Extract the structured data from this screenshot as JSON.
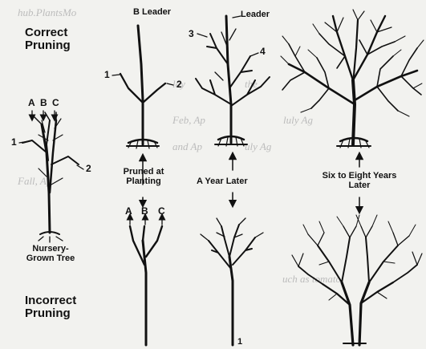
{
  "heading_correct": "Correct Pruning",
  "heading_incorrect": "Incorrect Pruning",
  "nursery_label": "Nursery-Grown Tree",
  "pruned_label": "Pruned at Planting",
  "year_label": "A Year Later",
  "six_label": "Six to Eight Years Later",
  "leaders": {
    "b_leader": "B Leader",
    "leader": "Leader"
  },
  "branch_marks": {
    "a": "A",
    "b": "B",
    "c": "C",
    "one": "1",
    "two": "2",
    "three": "3",
    "four": "4"
  },
  "bleed_text": {
    "r1": "lay",
    "r2": "the",
    "r3": "luly Ag",
    "r4": "uly Ag",
    "r5": "Feb, Ap",
    "r6": "and Ap",
    "r7": "Fall, Ap",
    "r8": "uch as tomato",
    "r9": "hub.PlantsMo"
  },
  "colors": {
    "ink": "#111111",
    "paper": "#f2f2ef",
    "bleed": "#bcbcbc"
  }
}
